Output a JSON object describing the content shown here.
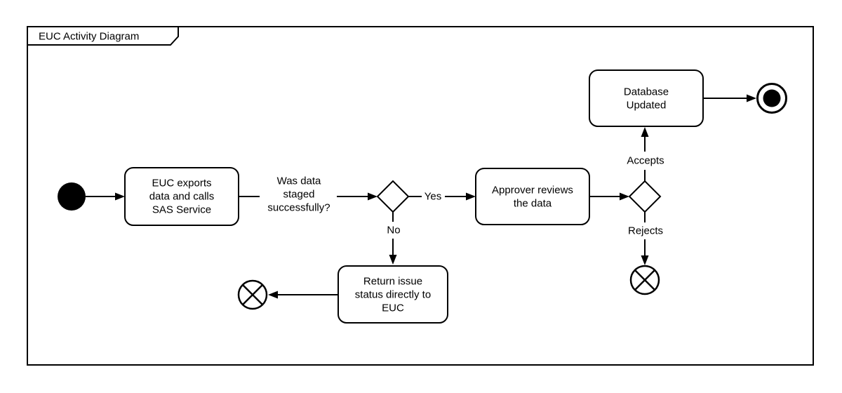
{
  "diagram": {
    "title": "EUC Activity Diagram",
    "colors": {
      "stroke": "#000000",
      "fill": "#ffffff",
      "text": "#000000",
      "background": "#ffffff"
    },
    "tasks": {
      "export": {
        "lines": [
          "EUC exports",
          "data and calls",
          "SAS Service"
        ]
      },
      "review": {
        "lines": [
          "Approver reviews",
          "the data"
        ]
      },
      "database": {
        "lines": [
          "Database",
          "Updated"
        ]
      },
      "return_issue": {
        "lines": [
          "Return issue",
          "status directly to",
          "EUC"
        ]
      }
    },
    "edge_labels": {
      "question": {
        "lines": [
          "Was data",
          "staged",
          "successfully?"
        ]
      },
      "yes": "Yes",
      "no": "No",
      "accepts": "Accepts",
      "rejects": "Rejects"
    }
  }
}
